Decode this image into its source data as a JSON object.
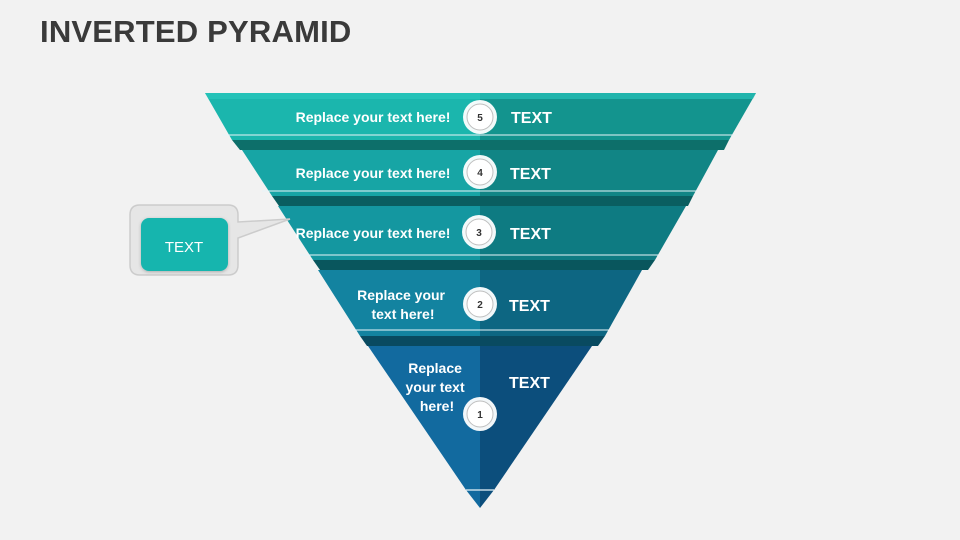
{
  "title": "INVERTED PYRAMID",
  "callout": {
    "label": "TEXT",
    "color": "#19b5ae"
  },
  "levels": [
    {
      "number": "5",
      "left_text": [
        "Replace your text here!"
      ],
      "right_text": "TEXT",
      "color_left": "#1bb6ad",
      "color_right": "#13948e"
    },
    {
      "number": "4",
      "left_text": [
        "Replace your text here!"
      ],
      "right_text": "TEXT",
      "color_left": "#17a5a5",
      "color_right": "#118585"
    },
    {
      "number": "3",
      "left_text": [
        "Replace your text here!"
      ],
      "right_text": "TEXT",
      "color_left": "#1497a0",
      "color_right": "#0e7b82"
    },
    {
      "number": "2",
      "left_text": [
        "Replace your",
        "text here!"
      ],
      "right_text": "TEXT",
      "color_left": "#1383a0",
      "color_right": "#0d6682"
    },
    {
      "number": "1",
      "left_text": [
        "Replace",
        "your text",
        "here!"
      ],
      "right_text": "TEXT",
      "color_left": "#126a9f",
      "color_right": "#0c4e7c"
    }
  ]
}
